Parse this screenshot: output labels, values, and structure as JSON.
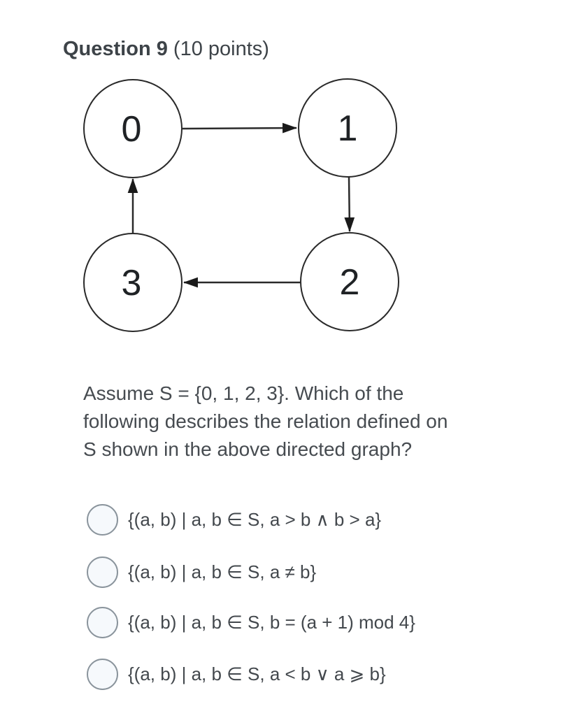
{
  "header": {
    "question_label": "Question 9",
    "points_label": " (10 points)"
  },
  "graph": {
    "description": "directed graph cycle on S",
    "nodes": [
      {
        "label": "0"
      },
      {
        "label": "1"
      },
      {
        "label": "2"
      },
      {
        "label": "3"
      }
    ],
    "edges": [
      {
        "from": "0",
        "to": "1"
      },
      {
        "from": "1",
        "to": "2"
      },
      {
        "from": "2",
        "to": "3"
      },
      {
        "from": "3",
        "to": "0"
      }
    ],
    "stroke_color": "#2a2a2a"
  },
  "question": {
    "text": "Assume S = {0, 1, 2, 3}. Which of the following describes the relation defined on S shown in the above directed graph?",
    "lines": [
      "Assume S = {0, 1, 2, 3}. Which of the",
      "following describes the relation defined on",
      "S shown in the above directed graph?"
    ]
  },
  "options": [
    {
      "label": "{(a, b) | a, b ∈ S, a > b ∧ b > a}",
      "selected": false
    },
    {
      "label": "{(a, b) | a, b ∈ S, a ≠ b}",
      "selected": false
    },
    {
      "label": "{(a, b) | a, b ∈ S, b = (a + 1) mod 4}",
      "selected": false
    },
    {
      "label": "{(a, b) | a, b ∈ S, a < b ∨ a ⩾ b}",
      "selected": false
    }
  ],
  "colors": {
    "text": "#464b50",
    "title": "#3d4348",
    "node_stroke": "#2a2a2a",
    "radio_border": "#8a949c",
    "radio_fill": "#f6f9fc"
  }
}
